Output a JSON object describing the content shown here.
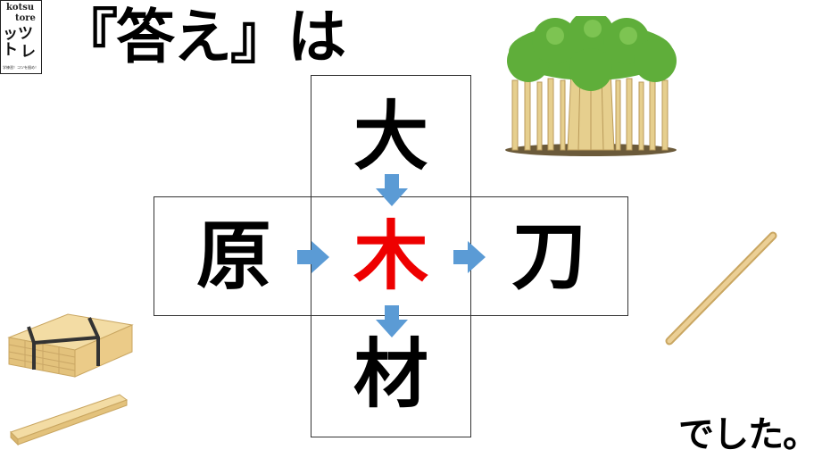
{
  "logo": {
    "en_line1": "kotsu",
    "en_line2": "tore",
    "jp_line1": "ッツト",
    "jp_line2": "レ",
    "tagline": "学練習！コツを掴め！"
  },
  "headline": "『答え』は",
  "puzzle": {
    "top": "大",
    "left": "原",
    "center": "木",
    "right": "刀",
    "bottom": "材"
  },
  "closing": "でした。",
  "colors": {
    "answer": "#ee0000",
    "arrow": "#5b9bd5",
    "wood": "#e8c98a",
    "tree_green": "#5fae3a"
  },
  "icons": [
    "tree-illustration",
    "lumber-stack-illustration",
    "wooden-plank-illustration",
    "wooden-stick-illustration"
  ]
}
